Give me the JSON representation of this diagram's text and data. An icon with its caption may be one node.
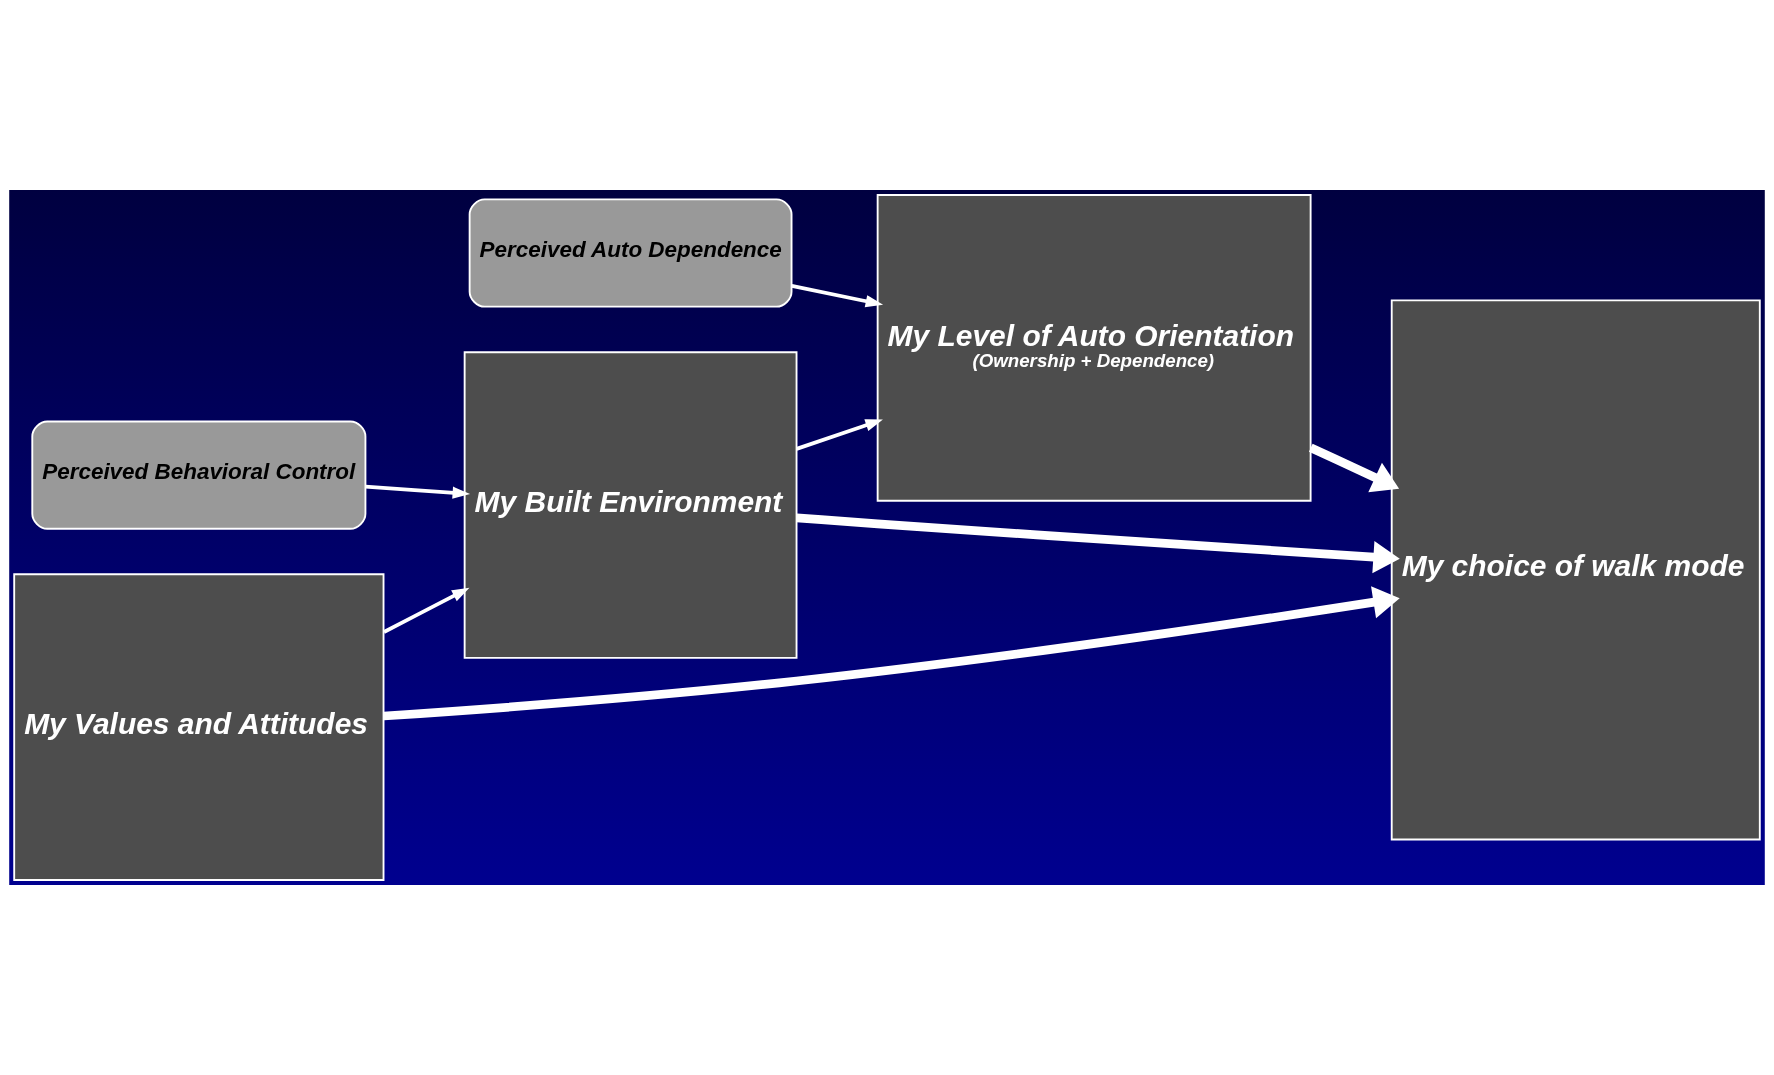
{
  "diagram": {
    "nodes": [
      {
        "text": [
          "My Values and Attitudes"
        ]
      },
      {
        "text": [
          "My Built Environment"
        ]
      },
      {
        "text": [
          "Perceived Behavioral Control"
        ]
      },
      {
        "text": [
          "Perceived Auto Dependence"
        ]
      },
      {
        "text": [
          "My Level of Auto Orientation",
          "(Ownership + Dependence)"
        ]
      },
      {
        "text": [
          "My choice of walk mode"
        ]
      }
    ],
    "edges": [
      {
        "from": 0,
        "to": 5,
        "arrow": "to",
        "style": "thick"
      },
      {
        "from": 0,
        "to": 1,
        "arrow": "to"
      },
      {
        "from": 1,
        "to": 5,
        "arrow": "to",
        "style": "thick"
      },
      {
        "from": 2,
        "to": 1,
        "arrow": "to"
      },
      {
        "from": 1,
        "to": 4,
        "arrow": "to"
      },
      {
        "from": 3,
        "to": 4,
        "arrow": "to"
      },
      {
        "from": 4,
        "to": 5,
        "arrow": "to",
        "style": "thick"
      }
    ]
  }
}
